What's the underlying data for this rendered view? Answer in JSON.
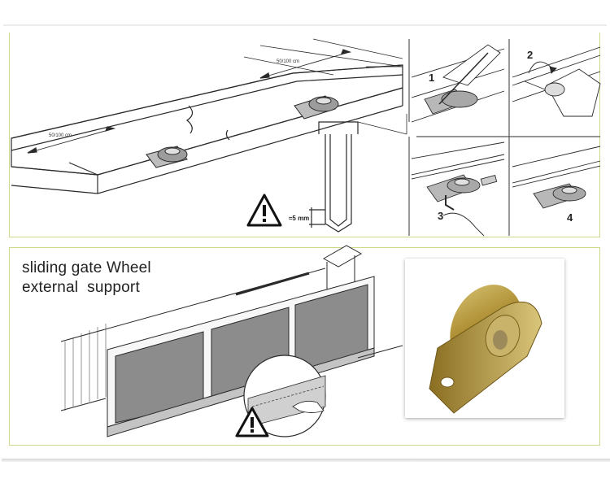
{
  "installation_diagram": {
    "dimension_labels": [
      "50/100 cm",
      "50/100 cm"
    ],
    "clearance_label": "≈5 mm",
    "steps": [
      "1",
      "2",
      "3",
      "4"
    ],
    "warning_icon": "warning-triangle-icon"
  },
  "product_section": {
    "caption_line1": "sliding gate Wheel",
    "caption_line2": "external  support",
    "warning_icon": "warning-triangle-icon"
  },
  "colors": {
    "panel_border": "#c9d98a",
    "brass": "#b59a3a",
    "line": "#2a2a2a"
  }
}
